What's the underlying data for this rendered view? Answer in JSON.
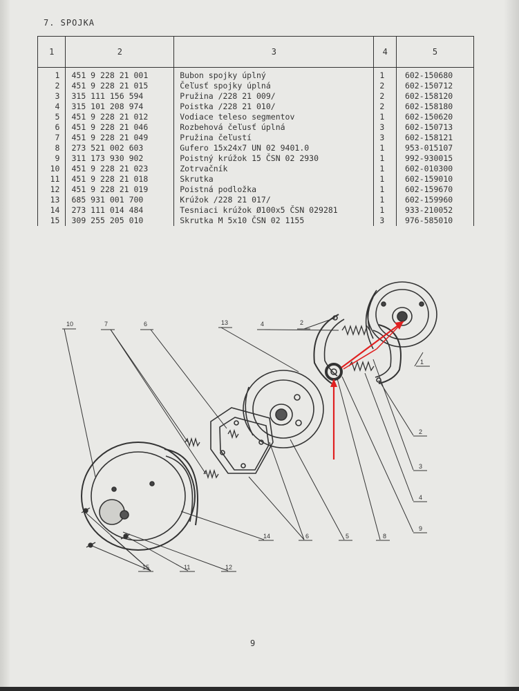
{
  "section_title": "7. SPOJKA",
  "table": {
    "headers": [
      "1",
      "2",
      "3",
      "4",
      "5"
    ],
    "rows": [
      [
        "1",
        "451 9 228 21 001",
        "Bubon spojky úplný",
        "1",
        "602-150680"
      ],
      [
        "2",
        "451 9 228 21 015",
        "Čeľusť spojky úplná",
        "2",
        "602-150712"
      ],
      [
        "3",
        "315 111 156 594",
        "Pružina /228 21 009/",
        "2",
        "602-158120"
      ],
      [
        "4",
        "315 101 208 974",
        "Poistka /228 21 010/",
        "2",
        "602-158180"
      ],
      [
        "5",
        "451 9 228 21 012",
        "Vodiace teleso segmentov",
        "1",
        "602-150620"
      ],
      [
        "6",
        "451 9 228 21 046",
        "Rozbehová čeľusť úplná",
        "3",
        "602-150713"
      ],
      [
        "7",
        "451 9 228 21 049",
        "Pružina čeľustí",
        "3",
        "602-158121"
      ],
      [
        "8",
        "273 521 002 603",
        "Gufero 15x24x7 UN 02 9401.0",
        "1",
        "953-015107"
      ],
      [
        "9",
        "311 173 930 902",
        "Poistný krúžok 15 ČSN 02 2930",
        "1",
        "992-930015"
      ],
      [
        "10",
        "451 9 228 21 023",
        "Zotrvačník",
        "1",
        "602-010300"
      ],
      [
        "11",
        "451 9 228 21 018",
        "Skrutka",
        "1",
        "602-159010"
      ],
      [
        "12",
        "451 9 228 21 019",
        "Poistná podložka",
        "1",
        "602-159670"
      ],
      [
        "13",
        "685 931 001 700",
        "Krúžok /228 21 017/",
        "1",
        "602-159960"
      ],
      [
        "14",
        "273 111 014 484",
        "Tesniaci krúžok Ø100x5 ČSN 029281",
        "1",
        "933-210052"
      ],
      [
        "15",
        "309 255 205 010",
        "Skrutka M 5x10 ČSN 02 1155",
        "3",
        "976-585010"
      ]
    ]
  },
  "callouts": {
    "c1": "1",
    "c2": "2",
    "c2b": "2",
    "c3": "3",
    "c4": "4",
    "c4b": "4",
    "c5": "5",
    "c6": "6",
    "c6b": "6",
    "c7": "7",
    "c8": "8",
    "c9": "9",
    "c10": "10",
    "c11": "11",
    "c12": "12",
    "c13": "13",
    "c14": "14",
    "c15": "15"
  },
  "colors": {
    "ink": "#333333",
    "annotation": "#e02020",
    "paper": "#e9e9e6"
  },
  "page_number": "9"
}
